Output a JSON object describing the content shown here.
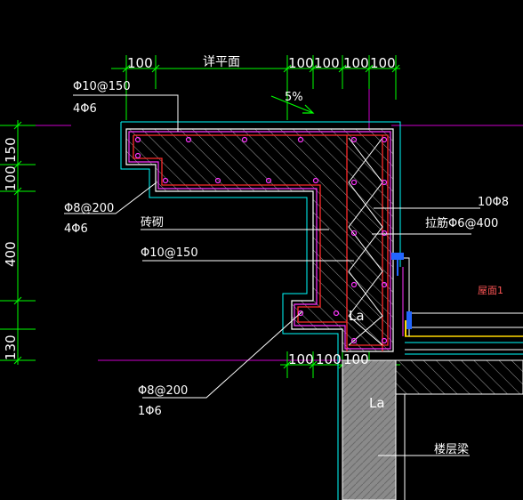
{
  "top_dims": [
    "100",
    "详平面",
    "100",
    "100",
    "100",
    "100"
  ],
  "left_dims": [
    "150",
    "100",
    "400",
    "130"
  ],
  "bottom_dims": [
    "100",
    "100",
    "100"
  ],
  "slope": "5%",
  "labels": {
    "cap_rebar_spacing": "Φ10@150",
    "cap_rebar_count": "4Φ6",
    "mid_rebar_spacing": "Φ8@200",
    "mid_rebar_count": "4Φ6",
    "masonry": "砖砌",
    "wall_rebar": "Φ10@150",
    "bottom_rebar_spacing": "Φ8@200",
    "bottom_rebar_count": "1Φ6",
    "right_rebar_count": "10Φ8",
    "tie_bar": "拉筋Φ6@400",
    "roof": "屋面1",
    "floor_beam": "楼层梁",
    "la_upper": "La",
    "la_lower": "La"
  },
  "colors": {
    "background": "#000000",
    "dimension": "#00ff00",
    "outline": "#ffffff",
    "rebar": "#ff2a2a",
    "stirrup": "#ff33ff",
    "hatch": "#b0b0b0",
    "guide": "#cc00cc",
    "cyan": "#00ffff",
    "leader": "#ffffff"
  }
}
